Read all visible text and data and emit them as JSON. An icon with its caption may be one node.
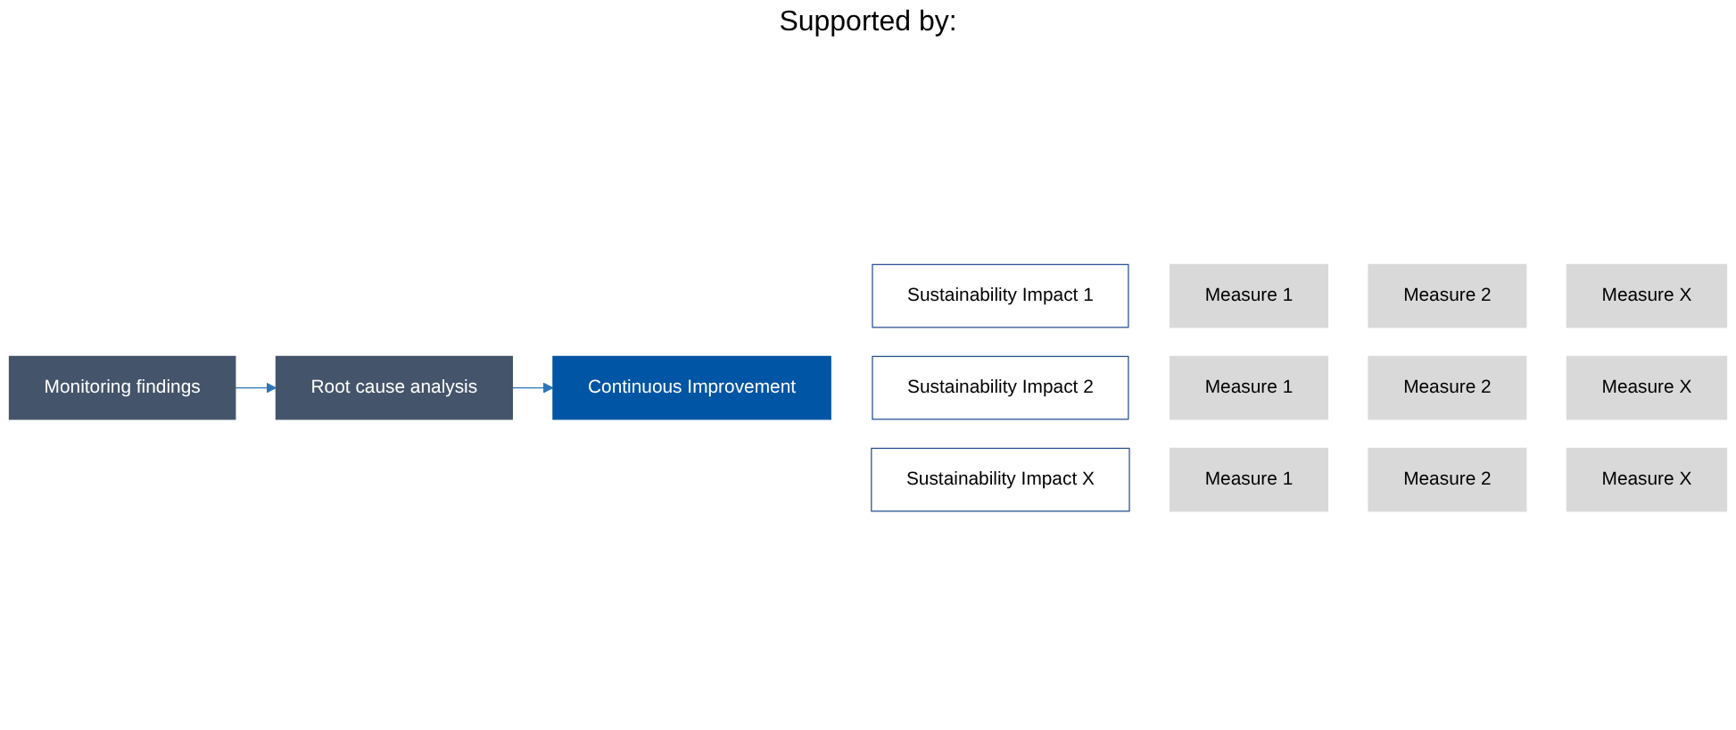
{
  "diagram": {
    "nodes": [
      {
        "text": [
          "Monitoring findings"
        ]
      },
      {
        "text": [
          "Root cause analysis"
        ]
      },
      {
        "text": [
          "Continuous Improvement"
        ]
      },
      {
        "text": [
          "Sustainability Impact 1"
        ]
      },
      {
        "text": [
          "Sustainability Impact 2"
        ]
      },
      {
        "text": [
          "Sustainability Impact X"
        ]
      },
      {
        "text": [
          "Measure 1"
        ]
      },
      {
        "text": [
          "Measure 2"
        ]
      },
      {
        "text": [
          "Measure X"
        ]
      },
      {
        "text": [
          "Measure 1"
        ]
      },
      {
        "text": [
          "Measure 2"
        ]
      },
      {
        "text": [
          "Measure X"
        ]
      },
      {
        "text": [
          "Measure 1"
        ]
      },
      {
        "text": [
          "Measure 2"
        ]
      },
      {
        "text": [
          "Measure X"
        ]
      }
    ],
    "edges": [
      {
        "from": 0,
        "to": 1,
        "arrow": "to"
      },
      {
        "from": 1,
        "to": 2,
        "arrow": "to"
      }
    ],
    "labels": [
      "Supported by:"
    ]
  }
}
